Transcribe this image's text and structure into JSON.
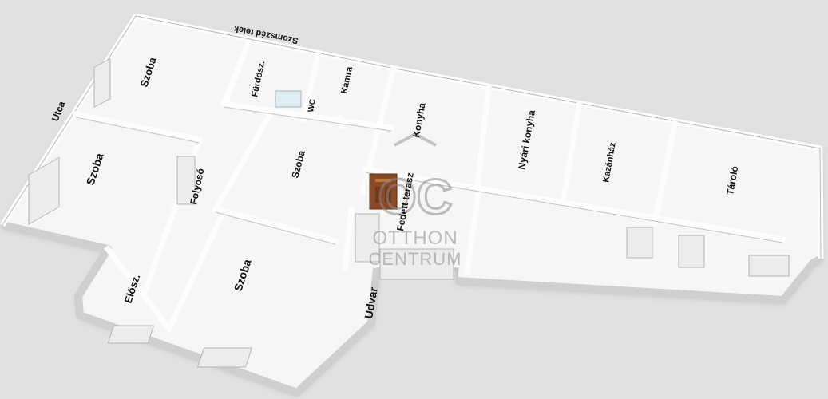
{
  "rooms": [
    {
      "id": "szoba-top",
      "label": "Szoba"
    },
    {
      "id": "szoba-left",
      "label": "Szoba"
    },
    {
      "id": "fu",
      "label": "Fürdősz."
    },
    {
      "id": "wc",
      "label": "WC"
    },
    {
      "id": "kamra",
      "label": "Kamra"
    },
    {
      "id": "konyha",
      "label": "Konyha"
    },
    {
      "id": "nyari",
      "label": "Nyári konyha"
    },
    {
      "id": "kazan",
      "label": "Kazánház"
    },
    {
      "id": "tarolo",
      "label": "Tároló"
    },
    {
      "id": "folyoso",
      "label": "Folyosó"
    },
    {
      "id": "szoba-mid",
      "label": "Szoba"
    },
    {
      "id": "szoba-bottom",
      "label": "Szoba"
    },
    {
      "id": "elo",
      "label": "Elősz."
    },
    {
      "id": "terasz",
      "label": "Fedett terasz"
    }
  ],
  "outside": {
    "utca": "Utca",
    "udvar": "Udvar",
    "szomszed": "Szomszéd telek"
  },
  "watermark": {
    "monogram": "OC",
    "line1": "OTTHON",
    "line2": "CENTRUM"
  },
  "colors": {
    "background": "#e1e1e1",
    "floor": "#f6f6f6",
    "wall_top": "#fdfdfd",
    "wall_side": "#c9c9c9",
    "door": "#8a4a26",
    "watermark": "#9a9a9a"
  }
}
